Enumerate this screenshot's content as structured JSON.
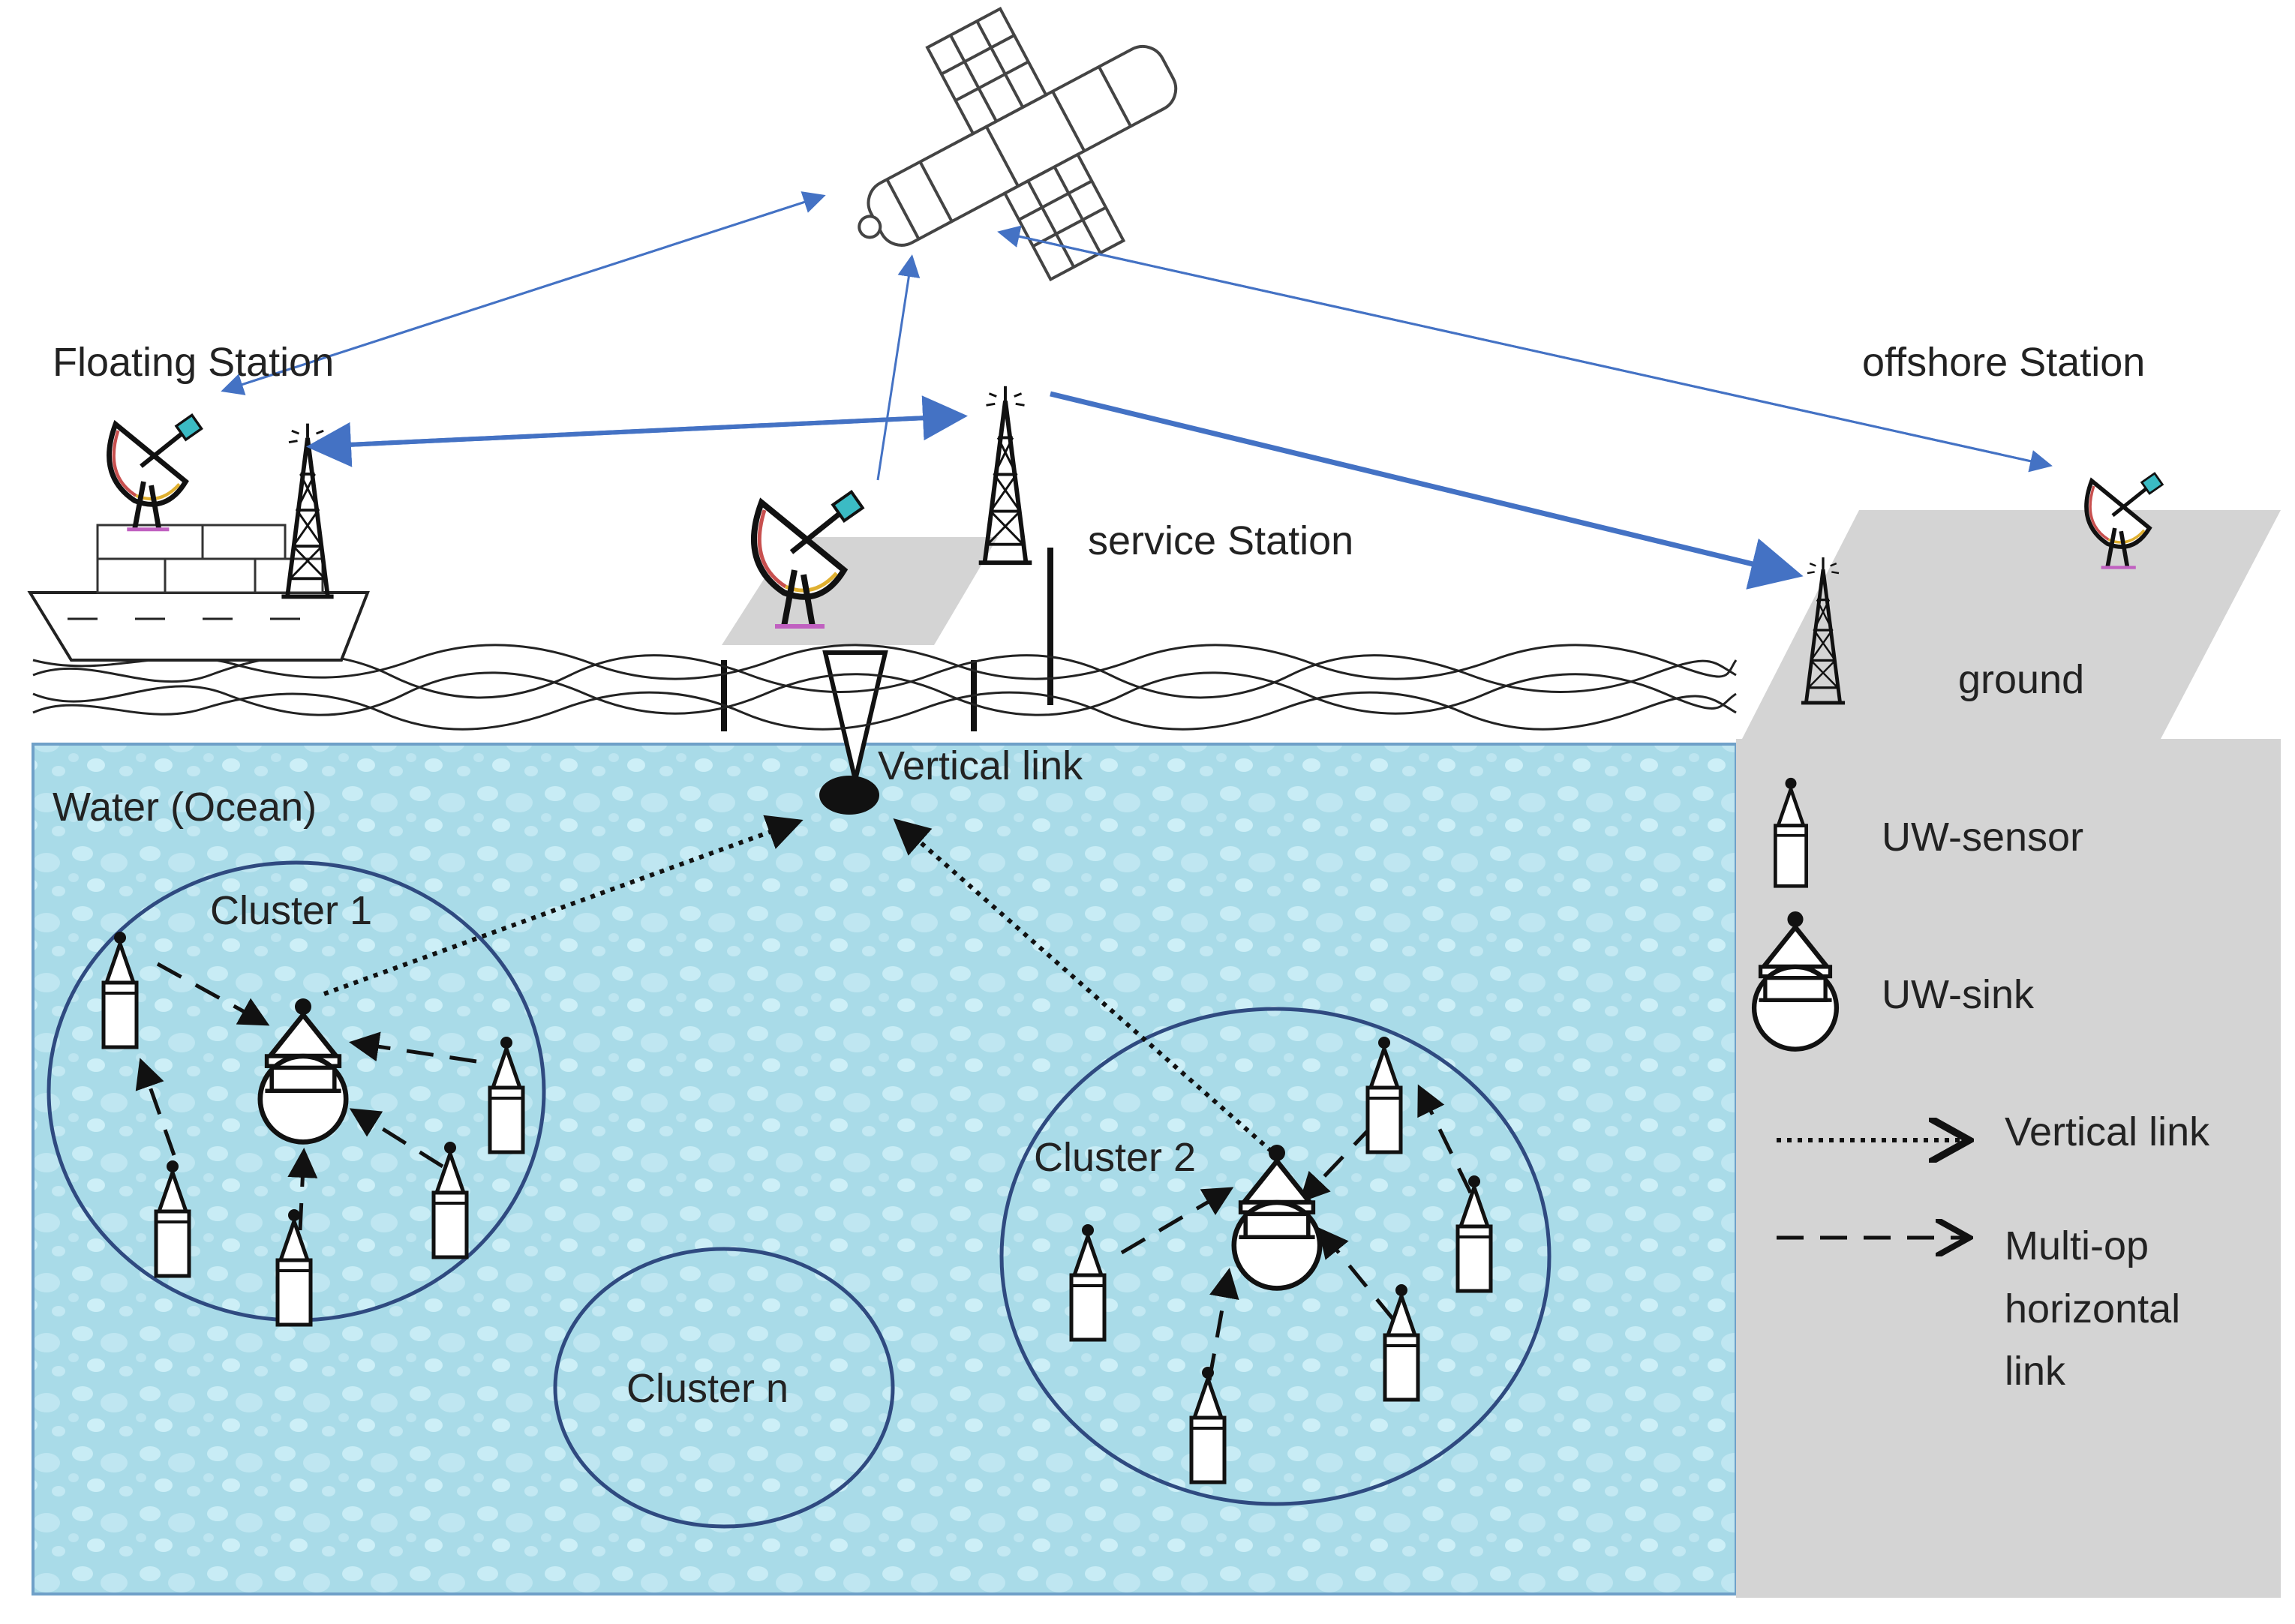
{
  "labels": {
    "floating_station": "Floating Station",
    "offshore_station": "offshore Station",
    "service_station": "service Station",
    "ground": "ground",
    "water": "Water (Ocean)",
    "vertical_link": "Vertical link",
    "cluster1": "Cluster 1",
    "cluster2": "Cluster 2",
    "clustern": "Cluster n"
  },
  "legend": {
    "sensor": "UW-sensor",
    "sink": "UW-sink",
    "vertical": "Vertical link",
    "multihop": "Multi-op\nhorizontal\nlink"
  },
  "colors": {
    "water": "#a9dbe8",
    "water_drop": "#c9ecf4",
    "ground": "#d4d4d4",
    "cluster_ring": "#2f4a80",
    "radio_link": "#4472c4",
    "water_border": "#6fa0c8"
  },
  "icons": [
    "satellite-icon",
    "dish-antenna-icon",
    "radio-tower-icon",
    "ship-icon",
    "uw-sensor-icon",
    "uw-sink-icon"
  ]
}
